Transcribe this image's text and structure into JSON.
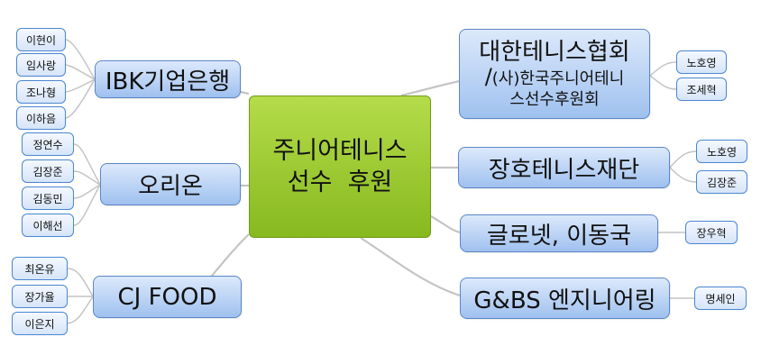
{
  "center": {
    "line1": "주니어테니스",
    "line2": "선수  후원"
  },
  "sponsors": [
    {
      "id": "ibk",
      "name": "IBK기업은행",
      "players": [
        "이현이",
        "임사랑",
        "조나형",
        "이하음"
      ]
    },
    {
      "id": "orion",
      "name": "오리온",
      "players": [
        "정연수",
        "김장준",
        "김동민",
        "이해선"
      ]
    },
    {
      "id": "cjfood",
      "name": "CJ FOOD",
      "players": [
        "최온유",
        "장가율",
        "이은지"
      ]
    },
    {
      "id": "kta",
      "name_line1": "대한테니스협회",
      "name_line2_prefix": "/",
      "name_line2_rest": "(사)한국주니어테니",
      "name_line3": "스선수후원회",
      "players": [
        "노호영",
        "조세혁"
      ]
    },
    {
      "id": "jangho",
      "name": "장호테니스재단",
      "players": [
        "노호영",
        "김장준"
      ]
    },
    {
      "id": "glonet",
      "name": "글로넷, 이동국",
      "players": [
        "장우혁"
      ]
    },
    {
      "id": "gbs",
      "name": "G&BS 엔지니어링",
      "players": [
        "명세인"
      ]
    }
  ],
  "colors": {
    "center": "#9bc832",
    "main": "#b4d0f4",
    "leaf": "#e4eefb",
    "line": "#c4c4c4"
  }
}
